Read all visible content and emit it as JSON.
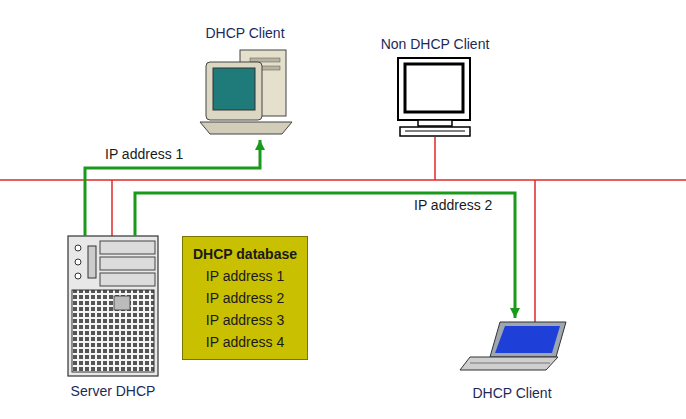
{
  "diagram": {
    "nodes": [
      {
        "text": [
          "DHCP Client"
        ]
      },
      {
        "text": [
          "Non DHCP Client"
        ]
      },
      {
        "text": [
          "Server DHCP"
        ]
      },
      {
        "text": [
          "DHCP database",
          "IP address 1",
          "IP address 2",
          "IP address 3",
          "IP address 4"
        ]
      },
      {
        "text": [
          "DHCP Client"
        ]
      }
    ],
    "edges": [
      {
        "from": 2,
        "to": 0,
        "arrow": "to",
        "label": "IP address 1"
      },
      {
        "from": 2,
        "to": 4,
        "arrow": "to",
        "label": "IP address 2"
      }
    ]
  }
}
